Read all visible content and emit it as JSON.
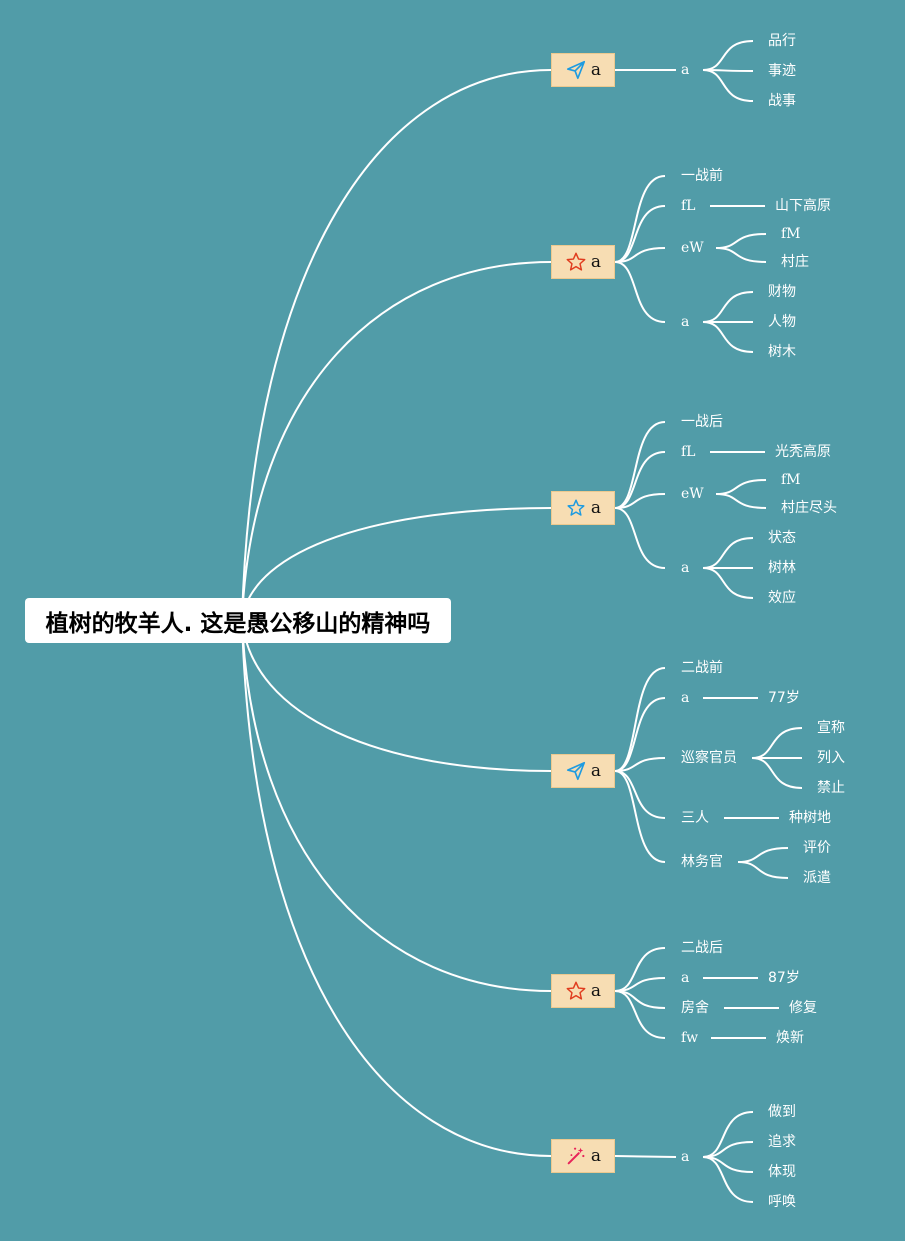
{
  "root": {
    "title": "植树的牧羊人. 这是愚公移山的精神吗"
  },
  "branches": [
    {
      "label": "a",
      "icon": "paper-plane-icon",
      "color": "#1e9be0",
      "children": [
        {
          "label": "a",
          "children": [
            {
              "label": "品行"
            },
            {
              "label": "事迹"
            },
            {
              "label": "战事"
            }
          ]
        }
      ]
    },
    {
      "label": "a",
      "icon": "star-icon",
      "color": "#e03c1e",
      "children": [
        {
          "label": "一战前"
        },
        {
          "label": "fL",
          "children": [
            {
              "label": "山下高原"
            }
          ]
        },
        {
          "label": "eW",
          "children": [
            {
              "label": "fM"
            },
            {
              "label": "村庄"
            }
          ]
        },
        {
          "label": "a",
          "children": [
            {
              "label": "财物"
            },
            {
              "label": "人物"
            },
            {
              "label": "树木"
            }
          ]
        }
      ]
    },
    {
      "label": "a",
      "icon": "star-outline-icon",
      "color": "#1e9be0",
      "children": [
        {
          "label": "一战后"
        },
        {
          "label": "fL",
          "children": [
            {
              "label": "光秃高原"
            }
          ]
        },
        {
          "label": "eW",
          "children": [
            {
              "label": "fM"
            },
            {
              "label": "村庄尽头"
            }
          ]
        },
        {
          "label": "a",
          "children": [
            {
              "label": "状态"
            },
            {
              "label": "树林"
            },
            {
              "label": "效应"
            }
          ]
        }
      ]
    },
    {
      "label": "a",
      "icon": "paper-plane-icon",
      "color": "#1e9be0",
      "children": [
        {
          "label": "二战前"
        },
        {
          "label": "a",
          "children": [
            {
              "label": "77岁"
            }
          ]
        },
        {
          "label": "巡察官员",
          "children": [
            {
              "label": "宣称"
            },
            {
              "label": "列入"
            },
            {
              "label": "禁止"
            }
          ]
        },
        {
          "label": "三人",
          "children": [
            {
              "label": "种树地"
            }
          ]
        },
        {
          "label": "林务官",
          "children": [
            {
              "label": "评价"
            },
            {
              "label": "派遣"
            }
          ]
        }
      ]
    },
    {
      "label": "a",
      "icon": "star-icon",
      "color": "#e03c1e",
      "children": [
        {
          "label": "二战后"
        },
        {
          "label": "a",
          "children": [
            {
              "label": "87岁"
            }
          ]
        },
        {
          "label": "房舍",
          "children": [
            {
              "label": "修复"
            }
          ]
        },
        {
          "label": "fw",
          "children": [
            {
              "label": "焕新"
            }
          ]
        }
      ]
    },
    {
      "label": "a",
      "icon": "magic-wand-icon",
      "color": "#e8245a",
      "children": [
        {
          "label": "a",
          "children": [
            {
              "label": "做到"
            },
            {
              "label": "追求"
            },
            {
              "label": "体现"
            },
            {
              "label": "呼唤"
            }
          ]
        }
      ]
    }
  ]
}
